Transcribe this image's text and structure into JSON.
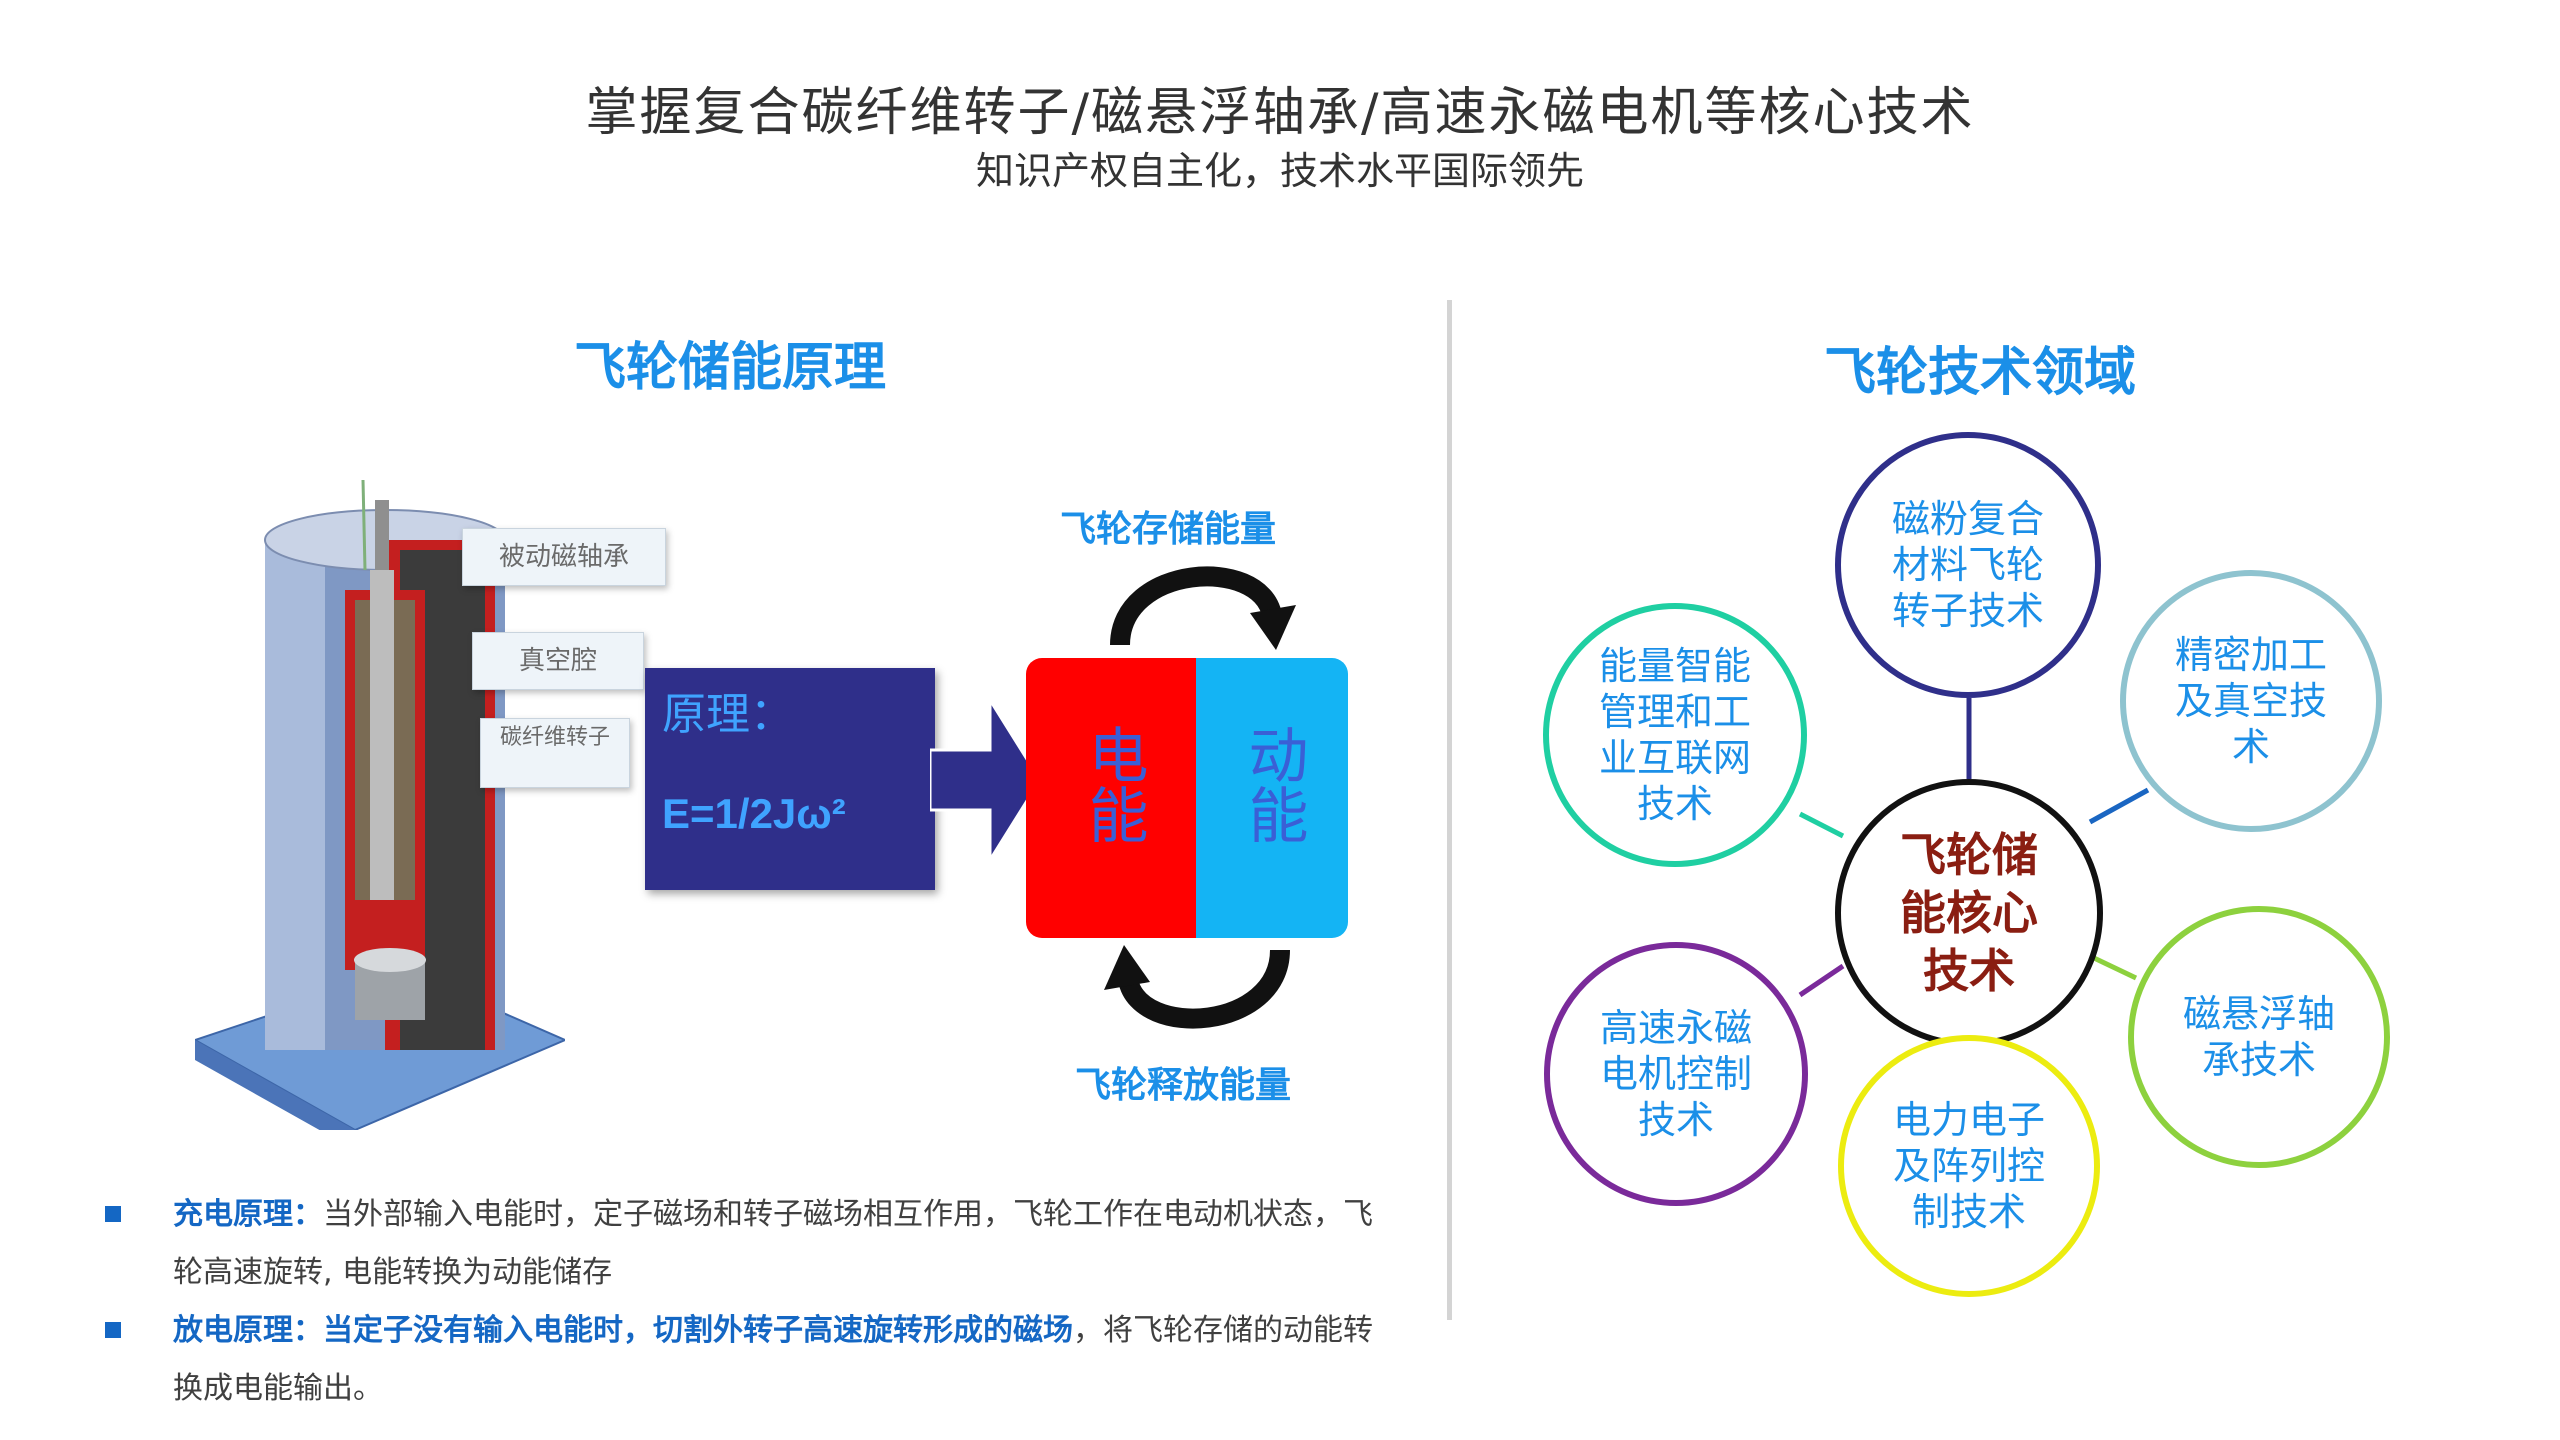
{
  "header": {
    "title": "掌握复合碳纤维转子/磁悬浮轴承/高速永磁电机等核心技术",
    "subtitle": "知识产权自主化，技术水平国际领先"
  },
  "left": {
    "heading": "飞轮储能原理",
    "callouts": [
      "被动磁轴承",
      "真空腔",
      "碳纤维转子"
    ],
    "principle_label": "原理：",
    "principle_formula": "E=1/2Jω²",
    "energy_left": "电能",
    "energy_right": "动能",
    "arrow_store": "飞轮存储能量",
    "arrow_release": "飞轮释放能量",
    "bullets": [
      {
        "label": "充电原理：",
        "text": "当外部输入电能时，定子磁场和转子磁场相互作用，飞轮工作在电动机状态，飞轮高速旋转, 电能转换为动能储存"
      },
      {
        "label": "放电原理：当定子没有输入电能时，切割外转子高速旋转形成的磁场",
        "text": "，将飞轮存储的动能转换成电能输出。"
      }
    ]
  },
  "right": {
    "heading": "飞轮技术领域",
    "center": "飞轮储能核心技术",
    "nodes": {
      "top": "磁粉复合材料飞轮转子技术",
      "upper_right": "精密加工及真空技术",
      "lower_right": "磁悬浮轴承技术",
      "bottom": "电力电子及阵列控制技术",
      "lower_left": "高速永磁电机控制技术",
      "upper_left": "能量智能管理和工业互联网技术"
    }
  },
  "colors": {
    "accent_blue": "#1b8fe8",
    "principle_box": "#2f2f8a",
    "electric_red": "#ff0000",
    "kinetic_cyan": "#14b4f4",
    "center_text": "#8a1e12"
  }
}
